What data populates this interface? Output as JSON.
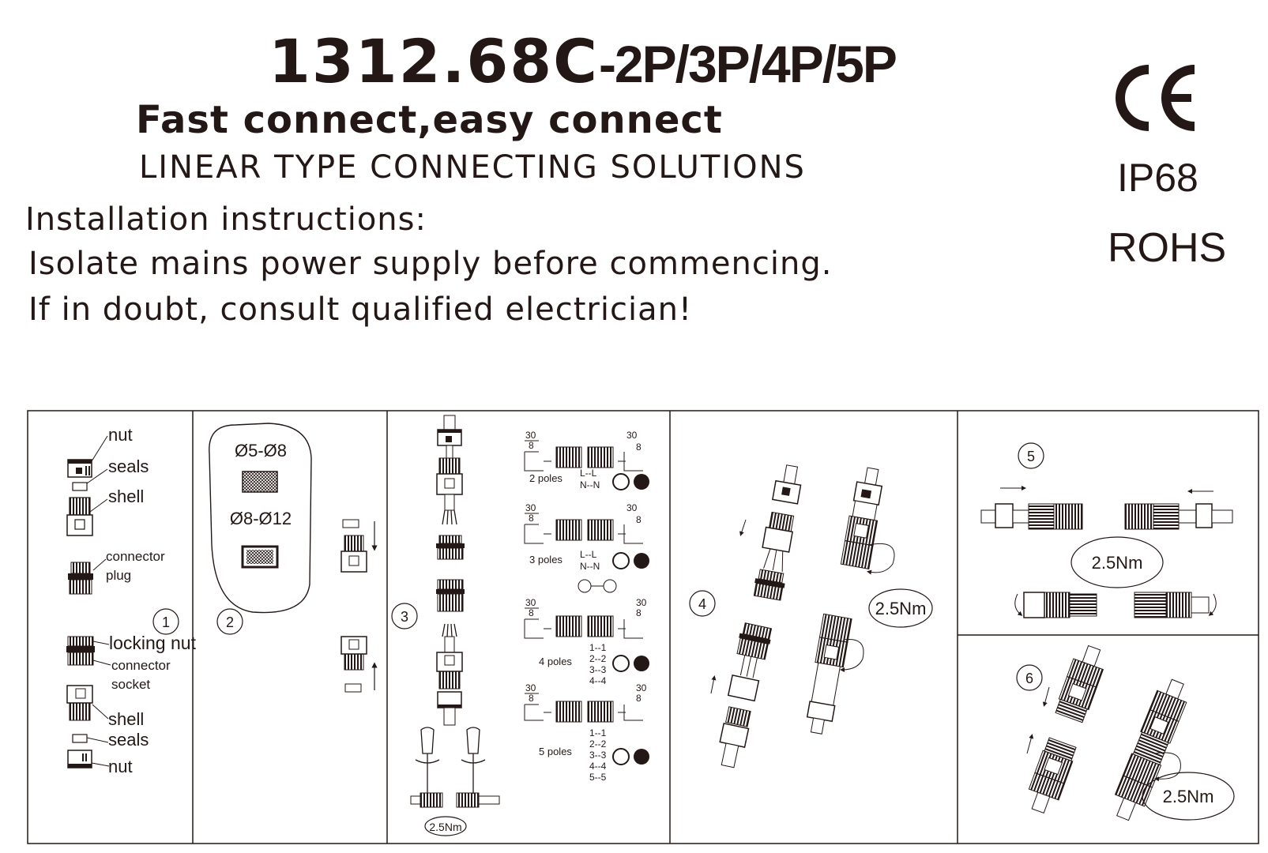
{
  "header": {
    "model_main": "1312.68C",
    "model_variants": "-2P/3P/4P/5P",
    "tagline": "Fast connect,easy connect",
    "subtitle": "LINEAR TYPE CONNECTING SOLUTIONS"
  },
  "instructions": {
    "heading": "Installation instructions:",
    "line1": "Isolate mains power supply before commencing.",
    "line2": "If in doubt, consult qualified electrician!"
  },
  "certifications": {
    "ce_icon": "ce-mark-icon",
    "ip": "IP68",
    "rohs": "ROHS"
  },
  "steps": {
    "step1": {
      "number": "1",
      "labels": {
        "nut_top": "nut",
        "seals_top": "seals",
        "shell_top": "shell",
        "connector": "connector",
        "plug": "plug",
        "locking_nut": "locking nut",
        "connector2": "connector",
        "socket": "socket",
        "shell_bottom": "shell",
        "seals_bottom": "seals",
        "nut_bottom": "nut"
      }
    },
    "step2": {
      "number": "2",
      "size_small": "Ø5-Ø8",
      "size_large": "Ø8-Ø12"
    },
    "step3": {
      "number": "3",
      "torque": "2.5Nm",
      "strip_long": "30",
      "strip_short": "8",
      "poles": [
        {
          "label": "2 poles",
          "wiring": [
            "L--L",
            "N--N"
          ]
        },
        {
          "label": "3 poles",
          "wiring": [
            "L--L",
            "N--N"
          ]
        },
        {
          "label": "4 poles",
          "wiring": [
            "1--1",
            "2--2",
            "3--3",
            "4--4"
          ]
        },
        {
          "label": "5 poles",
          "wiring": [
            "1--1",
            "2--2",
            "3--3",
            "4--4",
            "5--5"
          ]
        }
      ]
    },
    "step4": {
      "number": "4",
      "torque": "2.5Nm"
    },
    "step5": {
      "number": "5",
      "torque": "2.5Nm"
    },
    "step6": {
      "number": "6",
      "torque": "2.5Nm"
    }
  }
}
